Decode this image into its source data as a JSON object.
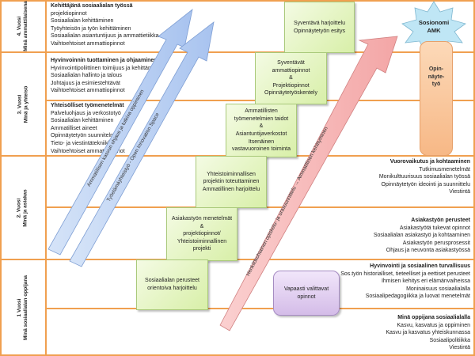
{
  "years": [
    {
      "label": "4. Vuosi",
      "sub": "Minä ammattilaisena"
    },
    {
      "label": "3. Vuosi",
      "sub": "Minä ja yhteisö"
    },
    {
      "label": "2. Vuosi",
      "sub": "Minä ja asiakas"
    },
    {
      "label": "1 Vuosi",
      "sub": "Minä sosiaalialan oppijana"
    }
  ],
  "left_blocks": [
    {
      "heading": "Kehittäjänä sosiaalialan työssä",
      "items": [
        "projektiopinnot",
        "Sosiaalialan kehittäminen",
        "Työyhteisön ja työn kehittäminen",
        "Sosiaalialan asiantuntijuus ja ammattietiikka",
        "Vaihtoehtoiset ammattiopinnot"
      ]
    },
    {
      "heading": "Hyvinvoinnin tuottaminen ja ohjaaminen",
      "items": [
        "Hyvinvointipoliittinen toimijuus ja kehittäminen",
        "Sosiaalialan hallinto ja talous",
        "Johtajuus ja esimiestehtävät",
        "Vaihtoehtoiset ammattiopinnot"
      ]
    },
    {
      "heading": "Yhteisölliset työmenetelmät",
      "items": [
        "Palveluohjaus ja verkostotyö",
        "Sosiaalialan kehittäminen",
        "Ammatilliset aineet",
        "Opinnäytetyön suunnitelma",
        "Tieto- ja viestintätekniikka",
        "Vaihtoehtoiset ammattiopinnot"
      ]
    }
  ],
  "right_blocks": [
    {
      "heading": "Vuorovaikutus ja kohtaaminen",
      "items": [
        "Tutkimusmenetelmät",
        "Monikulttuurisuus sosiaalialan työssä",
        "Opinnäytetyön ideointi ja suunnittelu",
        "Viestintä"
      ]
    },
    {
      "heading": "Asiakastyön perusteet",
      "items": [
        "Asiakastyötä tukevat opinnot",
        "Sosiaalialan asiakastyö ja kohtaaminen",
        "Asiakastyön perusprosessit",
        "Ohjaus ja neuvonta asiakastyössä"
      ]
    },
    {
      "heading": "Hyvinvointi ja sosiaalinen turvallisuus",
      "items": [
        "Sos.työn historialliset, tieteelliset ja eettiset perusteet",
        "Ihmisen kehitys eri elämänvaiheissa",
        "Moninaisuus sosiaalialalla",
        "Sosiaalipedagogiikka ja luovat menetelmät"
      ]
    },
    {
      "heading": "Minä oppijana sosiaalialalla",
      "items": [
        "Kasvu, kasvatus ja oppiminen",
        "Kasvu ja kasvatus yhteiskunnassa",
        "Sosiaalipolitiikka",
        "Viestintä"
      ]
    }
  ],
  "green_boxes": [
    [
      "Syventävä harjoittelu",
      "Opinnäytetyön esitys"
    ],
    [
      "Syventävät",
      "ammattiopinnot",
      "&",
      "Projektiopinnot",
      "Opinnäytetyöskentely"
    ],
    [
      "Ammatillisten",
      "työmenetelmien taidot",
      "&",
      "Asiantuntijaverkostot",
      "Itsenäinen",
      "vastavuoroinen toiminta"
    ],
    [
      "Yhteistoiminnallisen",
      "projektin toteuttaminen",
      "Ammatillinen harjoittelu"
    ],
    [
      "Asiakastyön menetelmät",
      "&",
      "projektiopinnot/",
      "Yhteistoiminnallinen",
      "projekti"
    ],
    [
      "Sosiaalialan perusteet",
      "orientoiva harjoittelu"
    ]
  ],
  "purple_box": [
    "Vapaasti valittavat",
    "opinnot"
  ],
  "orange_box": [
    "Opin-",
    "näyte-",
    "työ"
  ],
  "star": [
    "Sosionomi",
    "AMK"
  ],
  "arrows": {
    "blue1": "Ammatillisen kasvun ohjaus ja tutkiva oppiminen",
    "blue2": "Työelämäyhteistyö - Open Innovation Space",
    "red": "Henkilökohtainen opiskelu- ja urasuunnittelu → Ammatillinen kehittyminen"
  },
  "colors": {
    "grid": "#f0a050",
    "blue_arrow": "#b8cff2",
    "red_arrow": "#f6b3b3",
    "green": "#d8efa8",
    "purple": "#d4bce8",
    "star": "#bfe6f5"
  }
}
